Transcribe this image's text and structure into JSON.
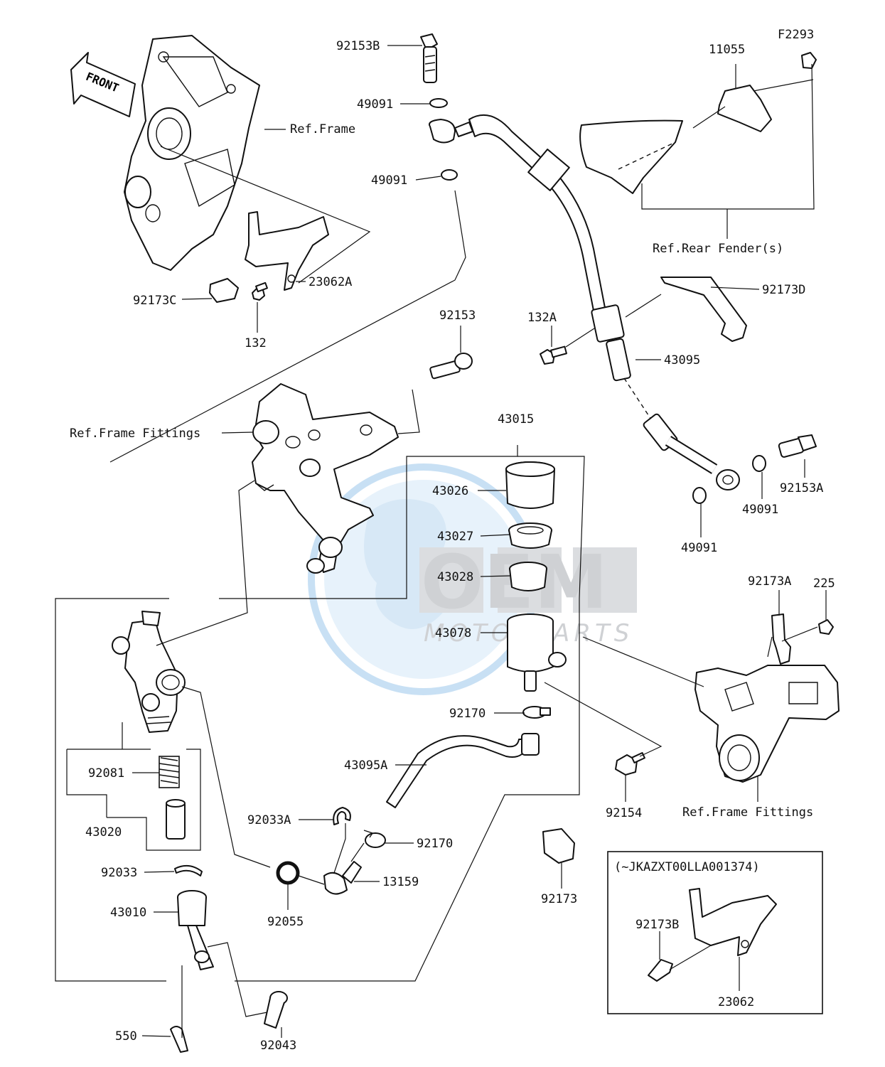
{
  "catalog_code": "F2293",
  "front_arrow_label": "FRONT",
  "watermark": {
    "brand": "OEM",
    "tagline": "MOTORPARTS"
  },
  "labels": {
    "l_92153B": "92153B",
    "l_49091_a": "49091",
    "l_49091_b": "49091",
    "l_ref_frame": "Ref.Frame",
    "l_92173C": "92173C",
    "l_23062A": "23062A",
    "l_132": "132",
    "l_92153": "92153",
    "l_ref_frame_fittings_a": "Ref.Frame Fittings",
    "l_43015": "43015",
    "l_43026": "43026",
    "l_43027": "43027",
    "l_43028": "43028",
    "l_43078": "43078",
    "l_92170_a": "92170",
    "l_43095A": "43095A",
    "l_92033A": "92033A",
    "l_92170_b": "92170",
    "l_13159": "13159",
    "l_92055": "92055",
    "l_92081": "92081",
    "l_43020": "43020",
    "l_92033": "92033",
    "l_43010": "43010",
    "l_550": "550",
    "l_92043": "92043",
    "l_92173": "92173",
    "l_11055": "11055",
    "l_ref_rear_fender": "Ref.Rear Fender(s)",
    "l_92173D": "92173D",
    "l_132A": "132A",
    "l_43095": "43095",
    "l_92153A": "92153A",
    "l_49091_c": "49091",
    "l_49091_d": "49091",
    "l_92173A": "92173A",
    "l_225": "225",
    "l_92154": "92154",
    "l_ref_frame_fittings_b": "Ref.Frame Fittings",
    "l_vin_range": "(~JKAZXT00LLA001374)",
    "l_92173B": "92173B",
    "l_23062": "23062"
  }
}
